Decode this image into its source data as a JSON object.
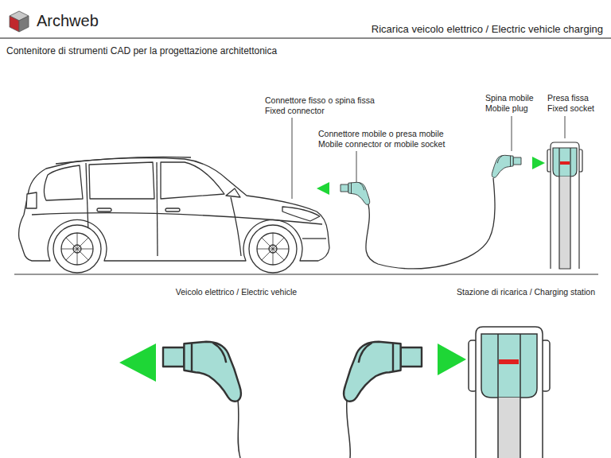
{
  "diagram": {
    "title": "Ricarica veicolo elettrico / Electric vehicle charging",
    "labels": [
      "Archweb",
      "Contenitore di strumenti CAD per la progettazione architettonica",
      "Connettore fisso o spina fissa",
      "Fixed connector",
      "Connettore mobile o presa mobile",
      "Mobile connector or mobile socket",
      "Spina mobile",
      "Mobile plug",
      "Presa fissa",
      "Fixed socket",
      "Veicolo elettrico / Electric vehicle",
      "Stazione di ricarica / Charging station"
    ]
  }
}
